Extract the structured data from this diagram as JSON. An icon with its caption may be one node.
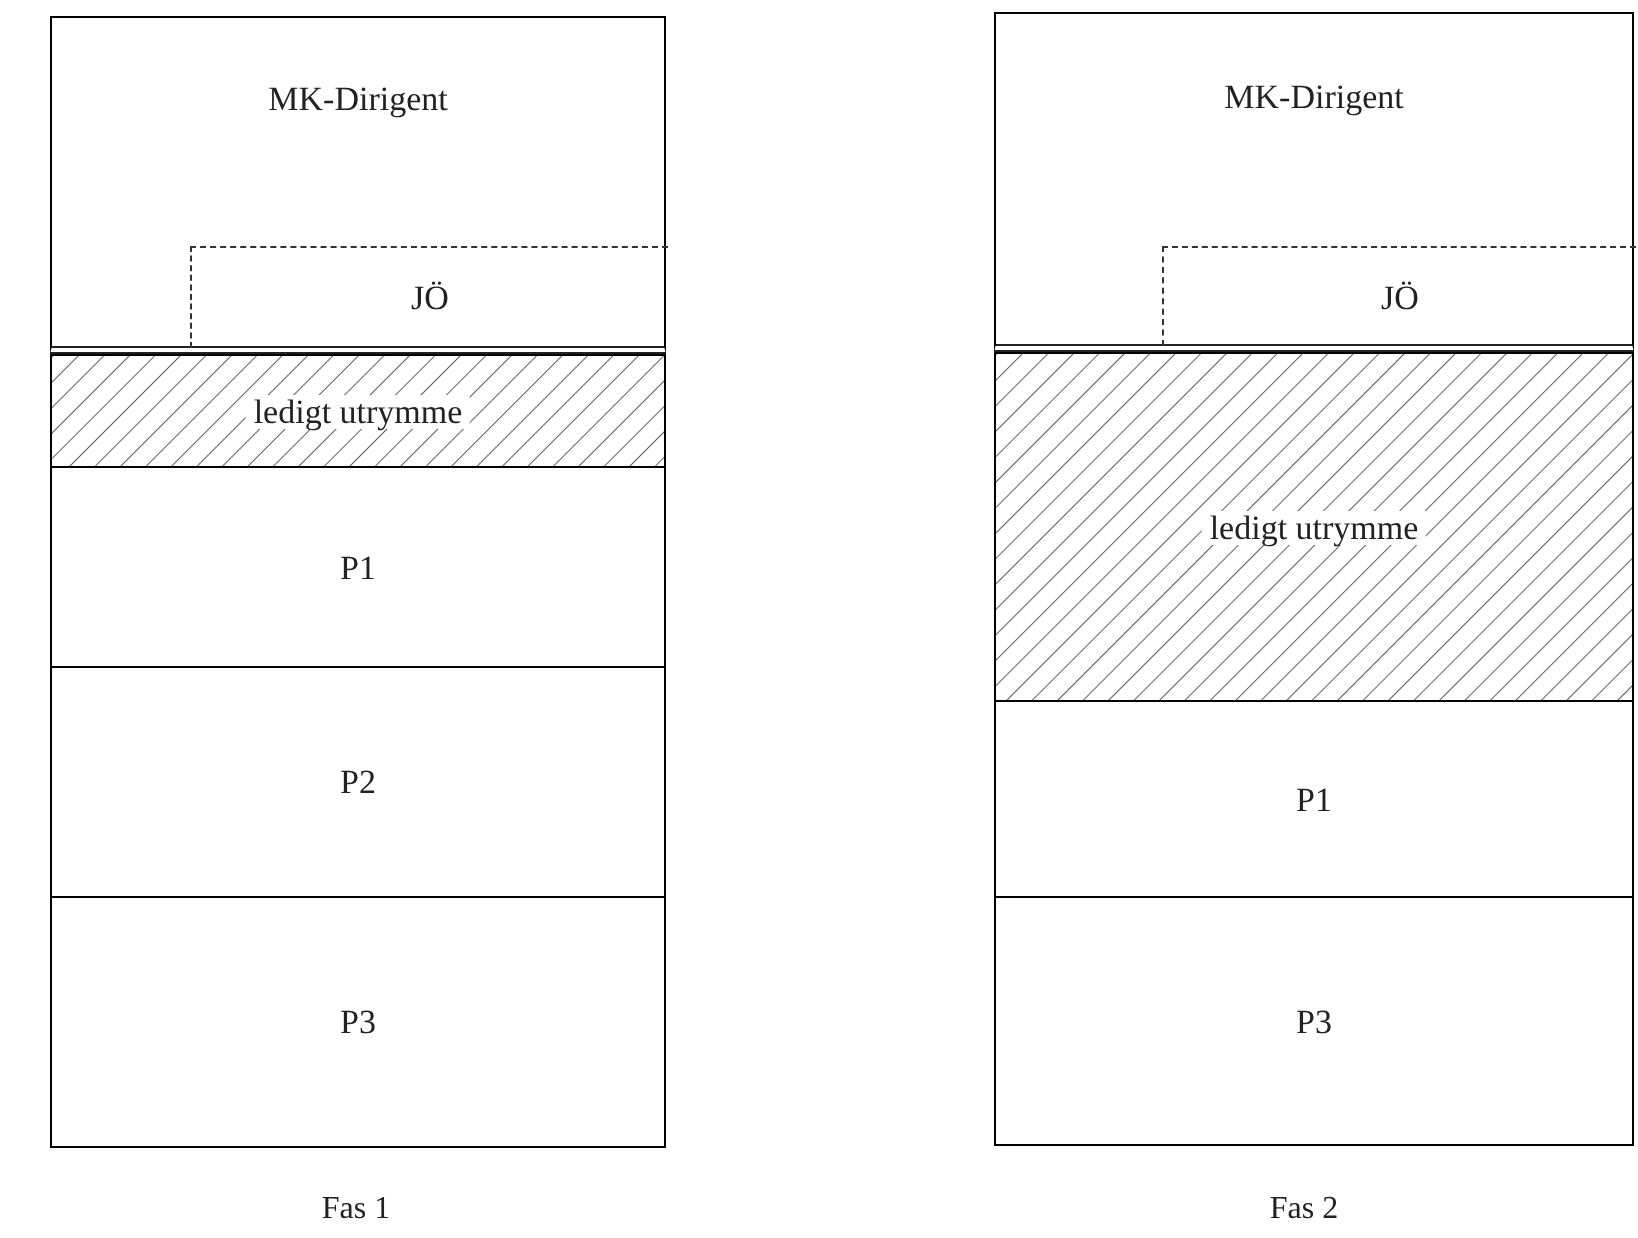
{
  "diagram": {
    "nodes": [
      {
        "text": [
          "MK-Dirigent"
        ]
      },
      {
        "text": [
          "JÖ"
        ],
        "in": 0
      },
      {
        "text": [
          "ledigt utrymme"
        ]
      },
      {
        "text": [
          "P1"
        ]
      },
      {
        "text": [
          "P2"
        ]
      },
      {
        "text": [
          "P3"
        ]
      },
      {
        "text": [
          "MK-Dirigent"
        ]
      },
      {
        "text": [
          "JÖ"
        ],
        "in": 6
      },
      {
        "text": [
          "ledigt utrymme"
        ]
      },
      {
        "text": [
          "P1"
        ]
      },
      {
        "text": [
          "P3"
        ]
      }
    ],
    "labels": [
      "Fas 1",
      "Fas 2"
    ]
  }
}
